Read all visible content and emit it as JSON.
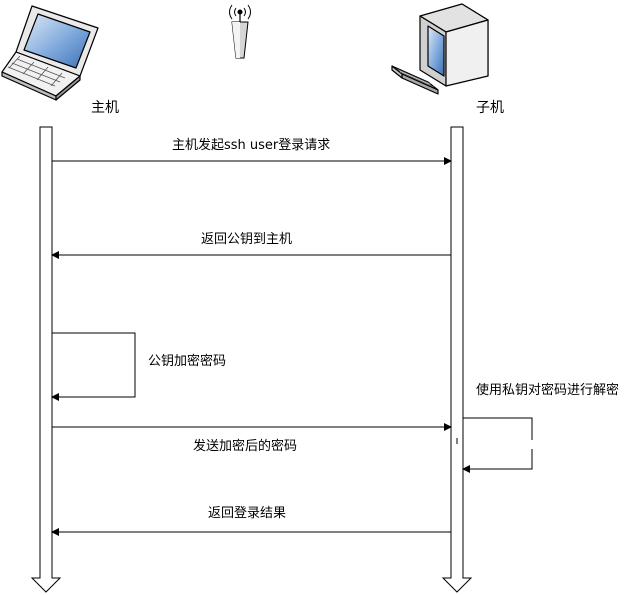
{
  "participants": {
    "host": {
      "label": "主机",
      "icon": "laptop-icon"
    },
    "network": {
      "icon": "wireless-antenna-icon"
    },
    "sub": {
      "label": "子机",
      "icon": "desktop-computer-icon"
    }
  },
  "messages": [
    {
      "id": "msg-1",
      "text": "主机发起ssh user登录请求",
      "from": "host",
      "to": "sub"
    },
    {
      "id": "msg-2",
      "text": "返回公钥到主机",
      "from": "sub",
      "to": "host"
    },
    {
      "id": "msg-3",
      "text": "公钥加密密码",
      "from": "host",
      "to": "host"
    },
    {
      "id": "msg-4",
      "text": "使用私钥对密码进行解密",
      "from": "sub",
      "to": "sub"
    },
    {
      "id": "msg-5",
      "text": "发送加密后的密码",
      "from": "host",
      "to": "sub"
    },
    {
      "id": "msg-6",
      "text": "返回登录结果",
      "from": "sub",
      "to": "host"
    }
  ],
  "colors": {
    "line": "#000000",
    "lifeline_fill": "#ffffff",
    "screen": "#6fa0d8"
  }
}
